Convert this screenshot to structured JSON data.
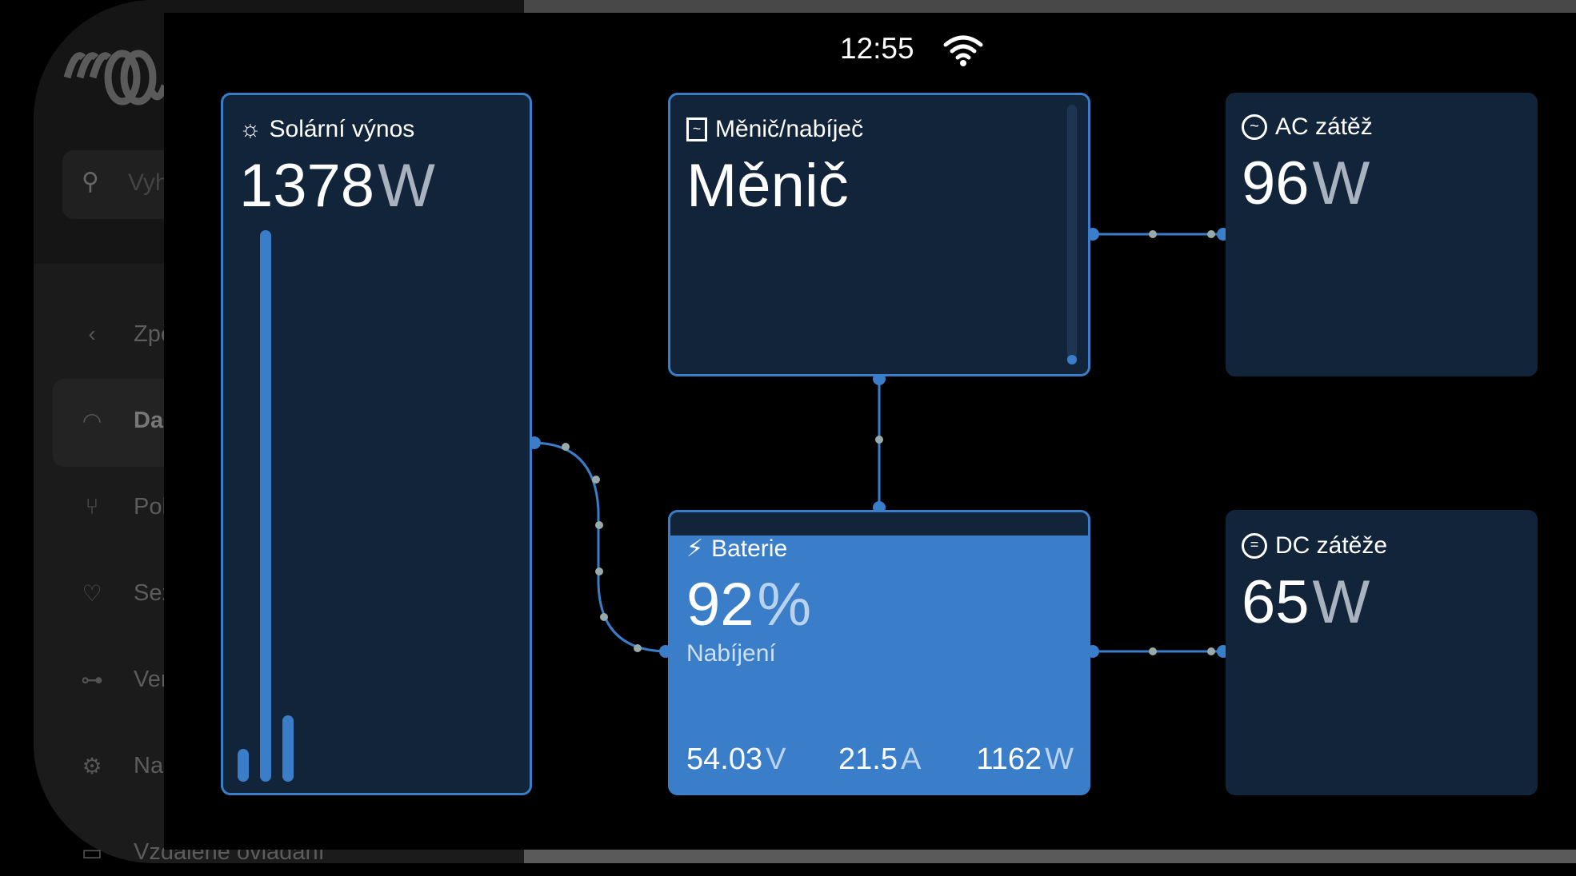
{
  "status": {
    "time": "12:55"
  },
  "sidebar": {
    "search_placeholder": "Vyh",
    "items": [
      {
        "label": "Zpět",
        "icon": "chevron-left-icon"
      },
      {
        "label": "Dash",
        "icon": "gauge-icon"
      },
      {
        "label": "Pokr",
        "icon": "nodes-icon"
      },
      {
        "label": "Sezn",
        "icon": "map-pin-icon"
      },
      {
        "label": "Venu",
        "icon": "network-icon"
      },
      {
        "label": "Nast",
        "icon": "gear-icon"
      },
      {
        "label": "Vzdálené ovládání",
        "icon": "remote-console-icon"
      }
    ]
  },
  "solar": {
    "title": "Solární výnos",
    "value": "1378",
    "unit": "W",
    "bars": [
      0.06,
      1.0,
      0.12
    ]
  },
  "inverter": {
    "title": "Měnič/nabíječ",
    "state": "Měnič"
  },
  "ac_load": {
    "title": "AC zátěž",
    "value": "96",
    "unit": "W"
  },
  "battery": {
    "title": "Baterie",
    "soc": "92",
    "soc_unit": "%",
    "soc_fraction": 0.92,
    "state": "Nabíjení",
    "voltage": "54.03",
    "voltage_unit": "V",
    "current": "21.5",
    "current_unit": "A",
    "power": "1162",
    "power_unit": "W"
  },
  "dc_load": {
    "title": "DC zátěže",
    "value": "65",
    "unit": "W"
  },
  "colors": {
    "accent": "#3a7dc9",
    "card": "#12243a"
  }
}
